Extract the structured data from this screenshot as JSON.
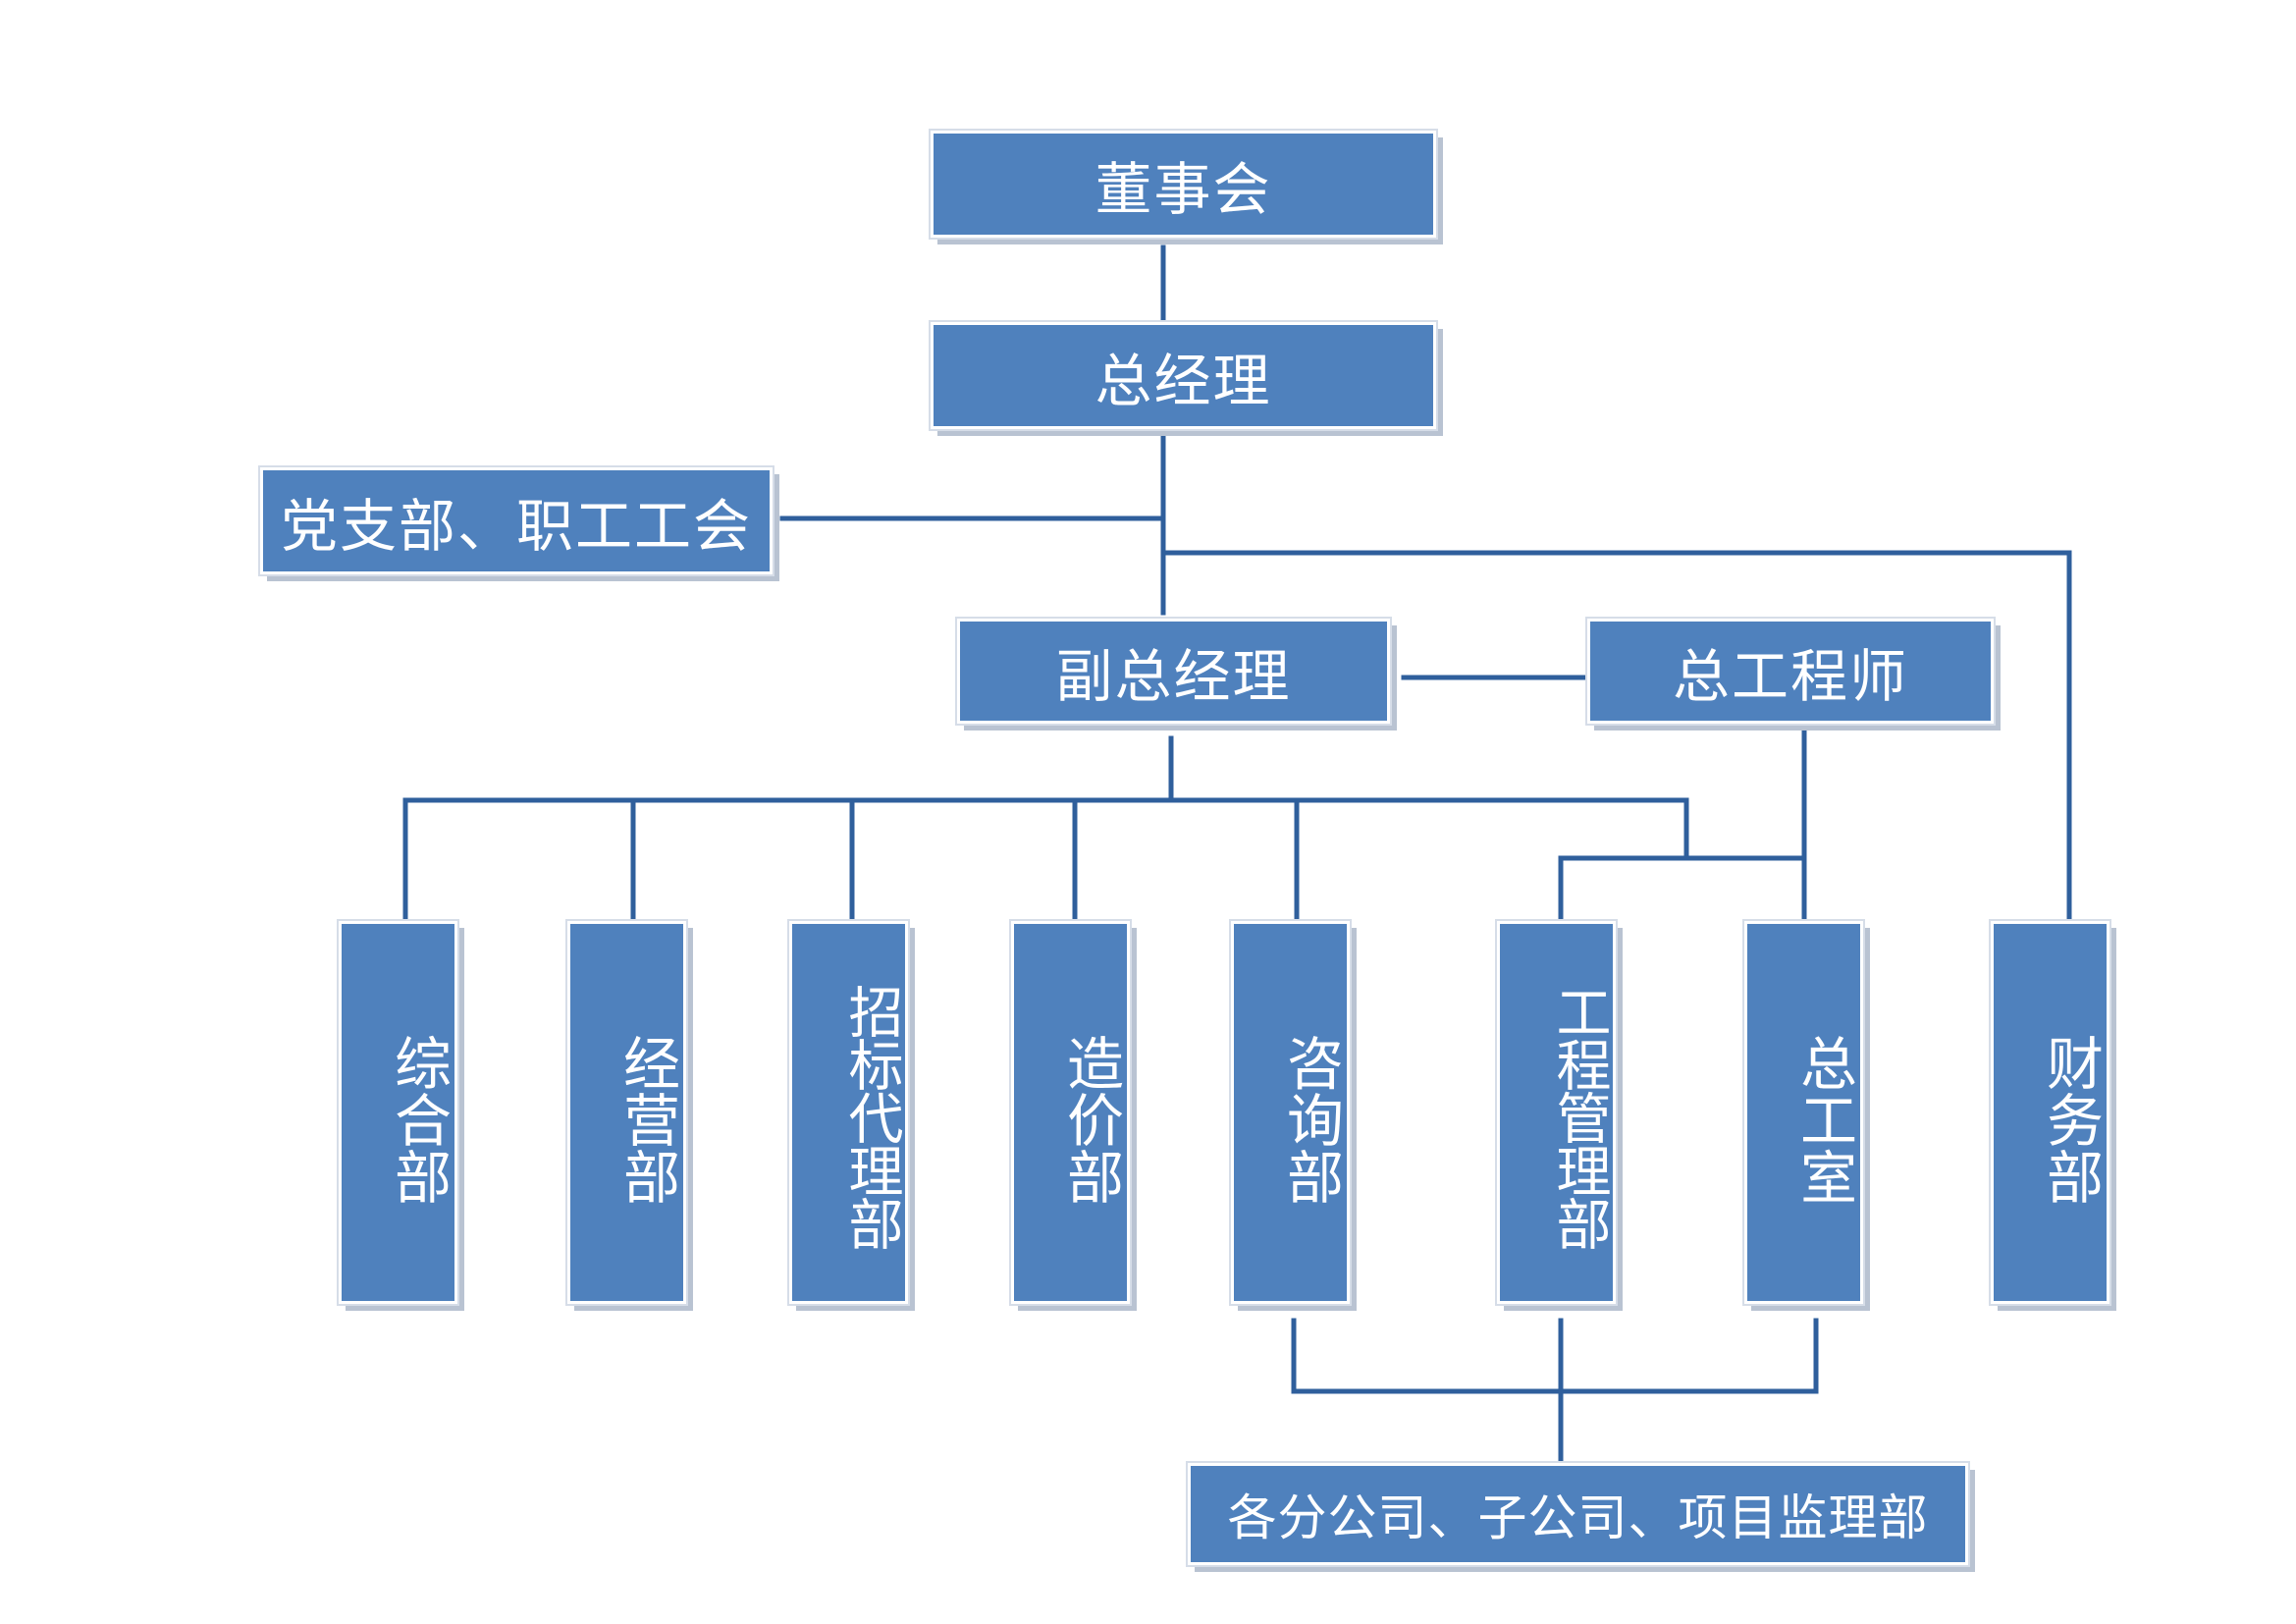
{
  "org_chart": {
    "board": "董事会",
    "general_manager": "总经理",
    "party_union": "党支部、职工工会",
    "deputy_gm": "副总经理",
    "chief_engineer": "总工程师",
    "departments": [
      "综合部",
      "经营部",
      "招标代理部",
      "造价部",
      "咨询部",
      "工程管理部",
      "总工室",
      "财务部"
    ],
    "branches": "各分公司、子公司、项目监理部"
  },
  "colors": {
    "box_fill": "#4f81bd",
    "connector": "#2f5f9c",
    "text": "#ffffff"
  }
}
